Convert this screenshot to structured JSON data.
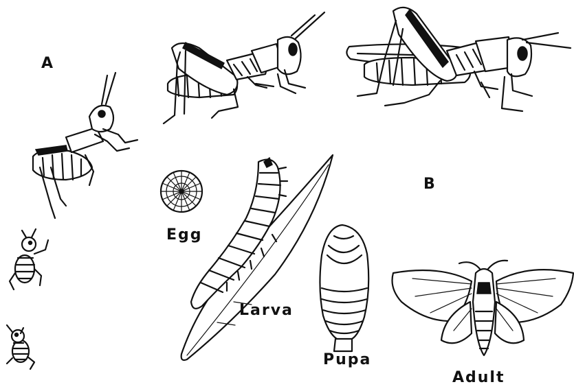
{
  "labels": {
    "panel_a": "A",
    "panel_b": "B",
    "egg": "Egg",
    "larva": "Larva",
    "pupa": "Pupa",
    "adult": "Adult"
  }
}
